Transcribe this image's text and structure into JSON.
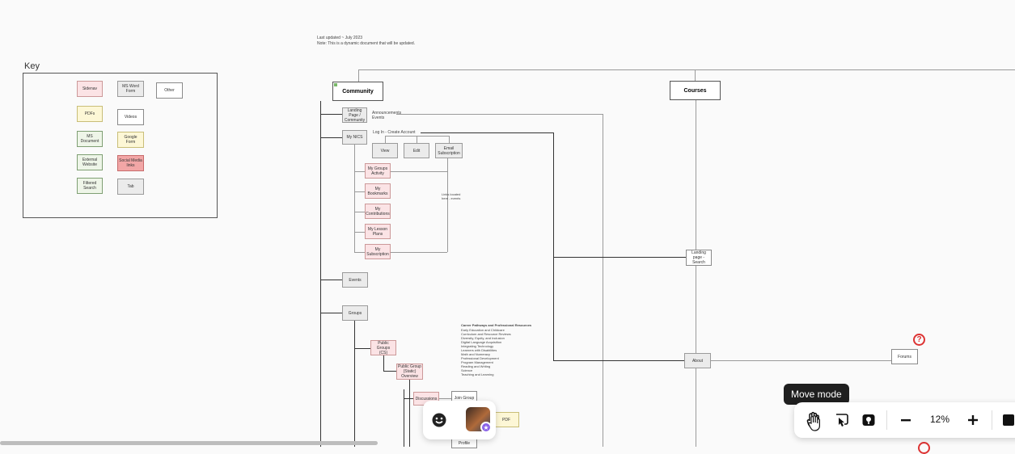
{
  "header_note": {
    "line1": "Last updated ~ July 2023",
    "line2": "Note: This is a dynamic document that will be updated."
  },
  "key": {
    "title": "Key",
    "items": [
      {
        "label": "Sidenav",
        "style": "pink"
      },
      {
        "label": "MS Word\nForm",
        "style": "gray"
      },
      {
        "label": "Other",
        "style": "white"
      },
      {
        "label": "PDFs",
        "style": "yellow"
      },
      {
        "label": "Videos",
        "style": "white"
      },
      {
        "label": "MS\nDocument",
        "style": "green"
      },
      {
        "label": "Google Form",
        "style": "yellow"
      },
      {
        "label": "External\nWebsite",
        "style": "green"
      },
      {
        "label": "Social Media\nlinks",
        "style": "red"
      },
      {
        "label": "Filtered\nSearch",
        "style": "green"
      },
      {
        "label": "Tab",
        "style": "gray"
      }
    ]
  },
  "map": {
    "community": "Community",
    "courses": "Courses",
    "landing_community": "Landing\nPage /\nCommunity",
    "announcements": "Announcements\nEvents",
    "mynics": "My NICS",
    "log_in": "Log In - Create Account",
    "view": "View",
    "edit": "Edit",
    "email_sub": "Email\nSubscription",
    "my_groups": "My Groups\nActivity",
    "bookmarks": "My\nBookmarks",
    "contributions": "My\nContributions",
    "lesson_plans": "My Lesson\nPlans",
    "subscription": "My\nSubscription",
    "side_note": "Links located\nhere - events",
    "events": "Events",
    "groups": "Groups",
    "public_groups": "Public\nGroups (CS)",
    "public_group_detail": "Public Group\n(Static)\nOverview",
    "discussions": "Discussions",
    "join_group": "Join Group",
    "pdf": "PDF",
    "author": "Author/User\nProfile",
    "landing_search": "Landing\npage -\nSearch",
    "about": "About",
    "forums": "Forums",
    "list_title": "Career Pathways and Professional Resources",
    "list": "Early Education and Childcare\nCurriculum and Resource Reviews\nDiversity, Equity, and Inclusion\nDigital Language Acquisition\nIntegrating Technology\nLearners with Disabilities\nMath and Numeracy\nProfessional Development\nProgram Management\nReading and Writing\nScience\nTeaching and Learning"
  },
  "toolbar": {
    "tooltip": "Move mode",
    "zoom_level": "12%"
  }
}
